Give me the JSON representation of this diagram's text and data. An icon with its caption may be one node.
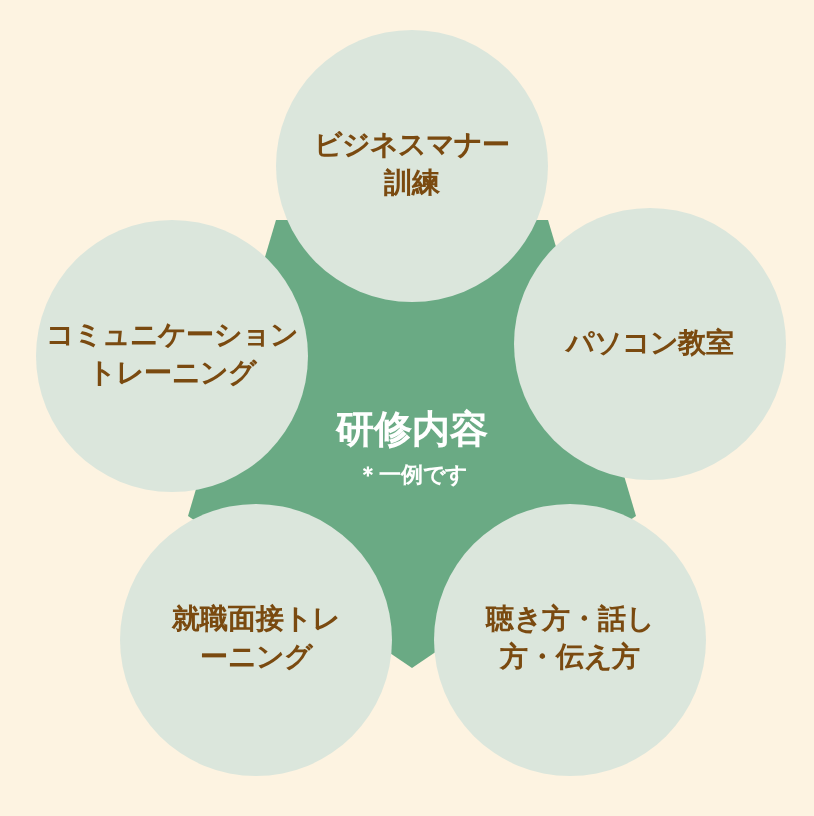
{
  "diagram": {
    "nodes": [
      {
        "text": [
          "研修内容",
          "＊一例です"
        ]
      },
      {
        "text": [
          "ビジネスマナー訓練"
        ]
      },
      {
        "text": [
          "パソコン教室"
        ]
      },
      {
        "text": [
          "聴き方・話し方・伝え方"
        ]
      },
      {
        "text": [
          "就職面接トレーニング"
        ]
      },
      {
        "text": [
          "コミュニケーショントレーニング"
        ]
      }
    ]
  }
}
